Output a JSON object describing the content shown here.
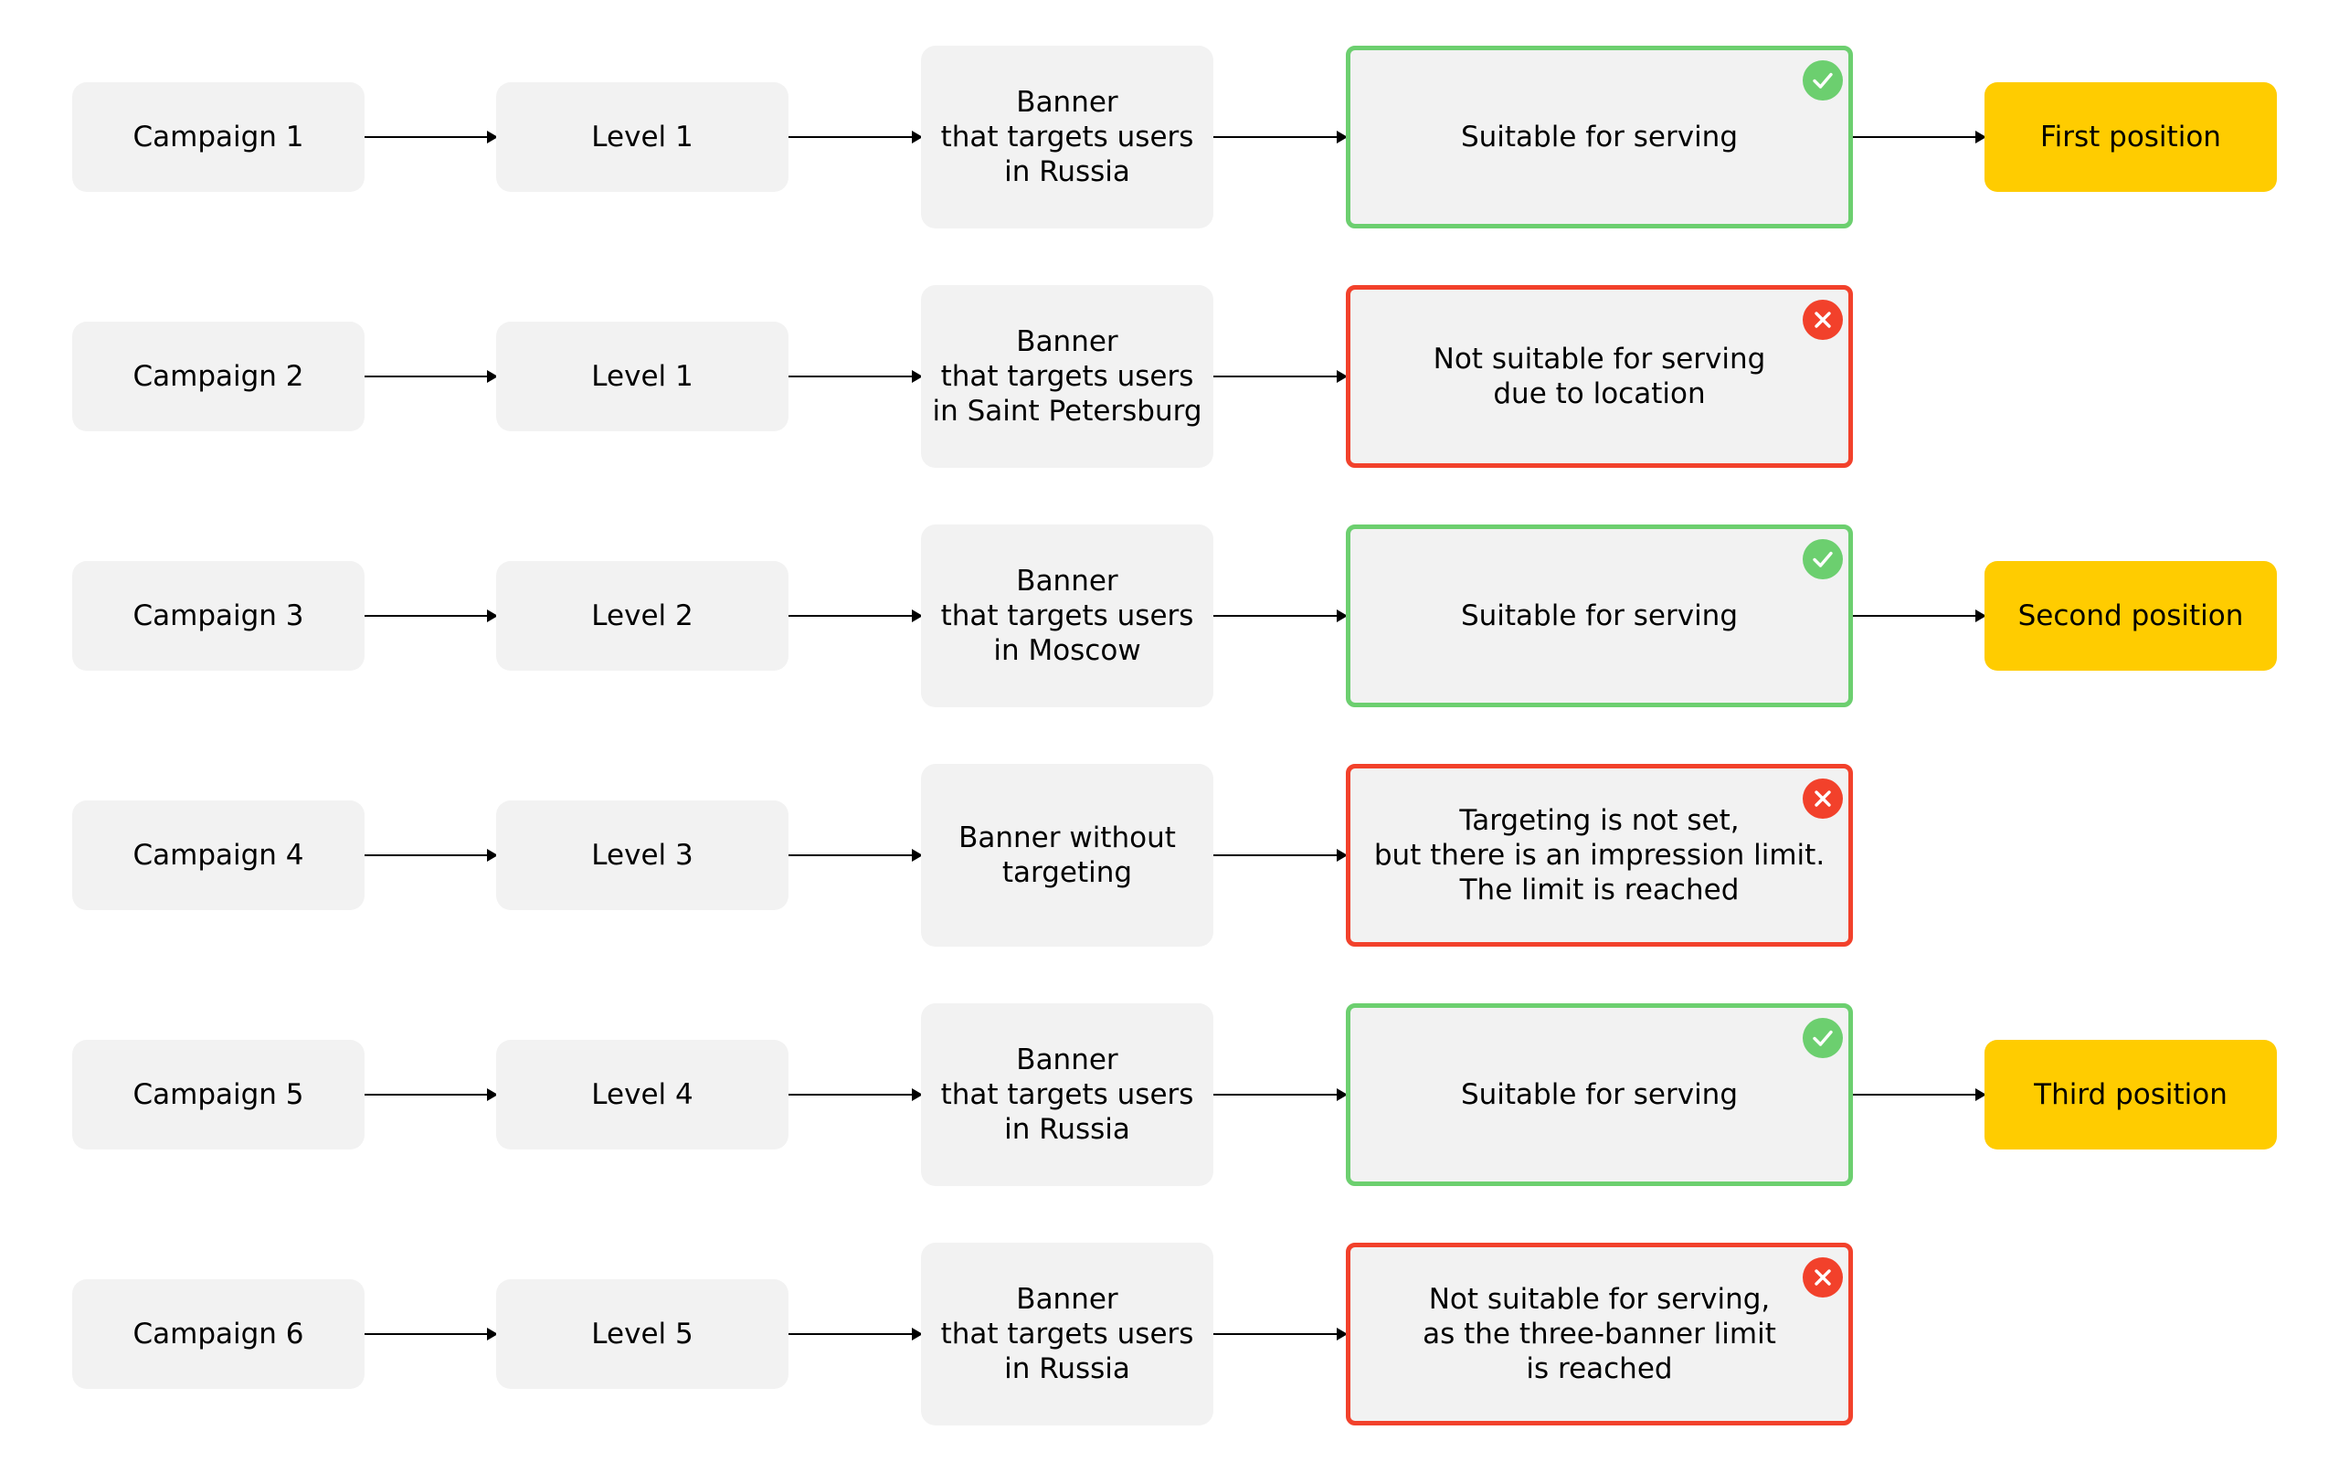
{
  "colors": {
    "box_fill": "#f2f2f2",
    "suitable_border": "#6ccf6f",
    "not_suitable_border": "#f2412b",
    "position_fill": "#ffcc00"
  },
  "rows": [
    {
      "campaign": "Campaign 1",
      "level": "Level 1",
      "banner": "Banner\nthat targets users\nin Russia",
      "status": "Suitable for serving",
      "suitable": true,
      "status_icon": "check-icon",
      "position": "First position"
    },
    {
      "campaign": "Campaign 2",
      "level": "Level 1",
      "banner": "Banner\nthat targets users\nin Saint Petersburg",
      "status": "Not suitable for serving\ndue to location",
      "suitable": false,
      "status_icon": "close-icon"
    },
    {
      "campaign": "Campaign 3",
      "level": "Level 2",
      "banner": "Banner\nthat targets users\nin Moscow",
      "status": "Suitable for serving",
      "suitable": true,
      "status_icon": "check-icon",
      "position": "Second position"
    },
    {
      "campaign": "Campaign 4",
      "level": "Level 3",
      "banner": "Banner without\ntargeting",
      "status": "Targeting is not set,\nbut there is an impression limit.\nThe limit is reached",
      "suitable": false,
      "status_icon": "close-icon"
    },
    {
      "campaign": "Campaign 5",
      "level": "Level 4",
      "banner": "Banner\nthat targets users\nin Russia",
      "status": "Suitable for serving",
      "suitable": true,
      "status_icon": "check-icon",
      "position": "Third position"
    },
    {
      "campaign": "Campaign 6",
      "level": "Level 5",
      "banner": "Banner\nthat targets users\nin Russia",
      "status": "Not suitable for serving,\nas the three-banner limit\nis reached",
      "suitable": false,
      "status_icon": "close-icon"
    }
  ]
}
